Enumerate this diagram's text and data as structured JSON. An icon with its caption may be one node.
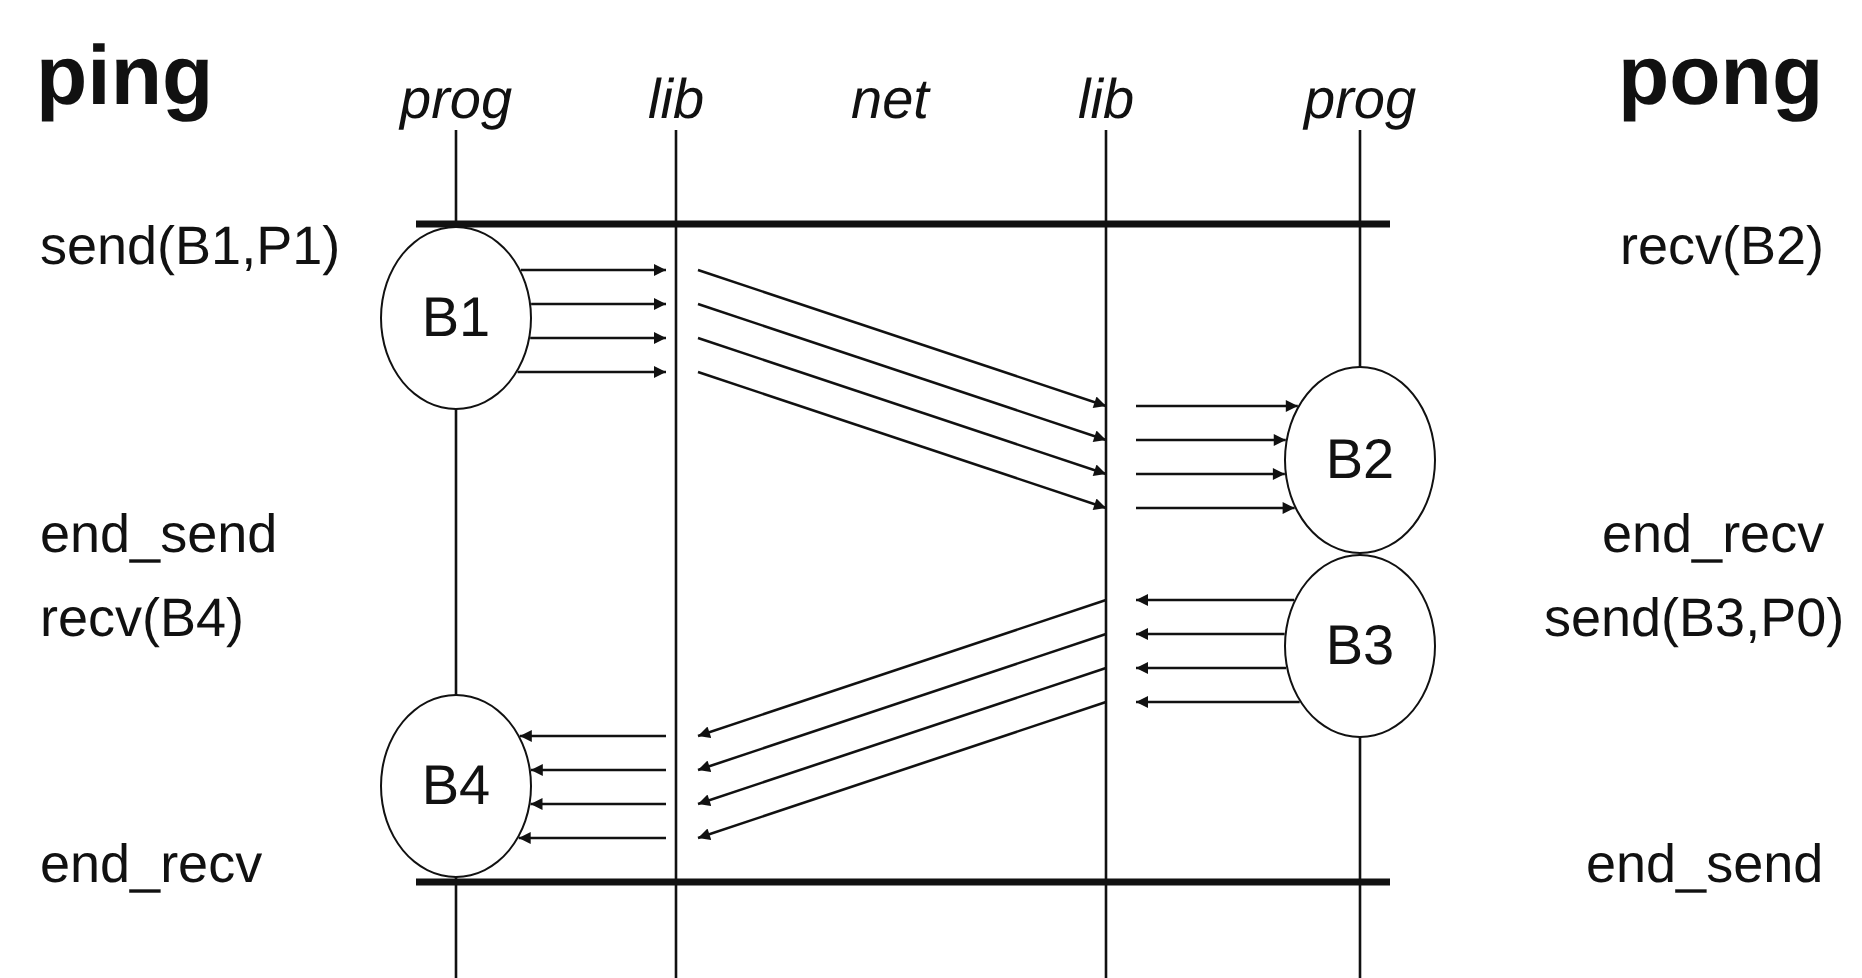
{
  "diagram": {
    "nodes": [
      {
        "text": [
          "B1"
        ]
      },
      {
        "text": [
          "B2"
        ]
      },
      {
        "text": [
          "B3"
        ]
      },
      {
        "text": [
          "B4"
        ]
      }
    ],
    "edges": [
      {
        "from": 0,
        "to": null,
        "arrow": "to"
      },
      {
        "from": 0,
        "to": null,
        "arrow": "to"
      },
      {
        "from": 0,
        "to": null,
        "arrow": "to"
      },
      {
        "from": 0,
        "to": null,
        "arrow": "to"
      },
      {
        "from": null,
        "to": 1,
        "arrow": "to"
      },
      {
        "from": null,
        "to": 1,
        "arrow": "to"
      },
      {
        "from": null,
        "to": 1,
        "arrow": "to"
      },
      {
        "from": null,
        "to": 1,
        "arrow": "to"
      },
      {
        "from": 2,
        "to": null,
        "arrow": "to"
      },
      {
        "from": 2,
        "to": null,
        "arrow": "to"
      },
      {
        "from": 2,
        "to": null,
        "arrow": "to"
      },
      {
        "from": 2,
        "to": null,
        "arrow": "to"
      },
      {
        "from": null,
        "to": 3,
        "arrow": "to"
      },
      {
        "from": null,
        "to": 3,
        "arrow": "to"
      },
      {
        "from": null,
        "to": 3,
        "arrow": "to"
      },
      {
        "from": null,
        "to": 3,
        "arrow": "to"
      }
    ],
    "labels": [
      "ping",
      "prog",
      "lib",
      "net",
      "lib",
      "prog",
      "pong",
      "send(B1,P1)",
      "recv(B2)",
      "end_send",
      "end_recv",
      "recv(B4)",
      "send(B3,P0)",
      "end_recv",
      "end_send"
    ]
  }
}
